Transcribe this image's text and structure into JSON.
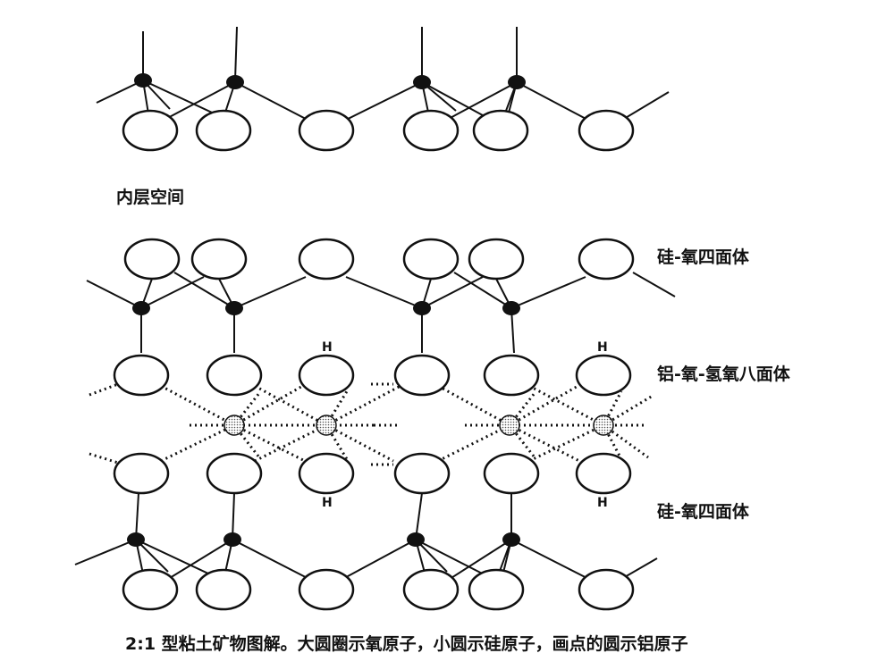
{
  "labels": {
    "interlayer": "内层空间",
    "tetra_top": "硅-氧四面体",
    "octa": "铝-氧-氢氧八面体",
    "tetra_bottom": "硅-氧四面体"
  },
  "caption": "2:1 型粘土矿物图解。大圆圈示氧原子，小圆示硅原子，画点的圆示铝原子",
  "h_symbol": "H",
  "colors": {
    "ink": "#111111",
    "background": "#ffffff",
    "aluminum_dots": "#555555"
  },
  "legend_icons": {
    "oxygen": "large-open-circle",
    "silicon": "small-filled-circle",
    "aluminum": "dotted-circle"
  }
}
